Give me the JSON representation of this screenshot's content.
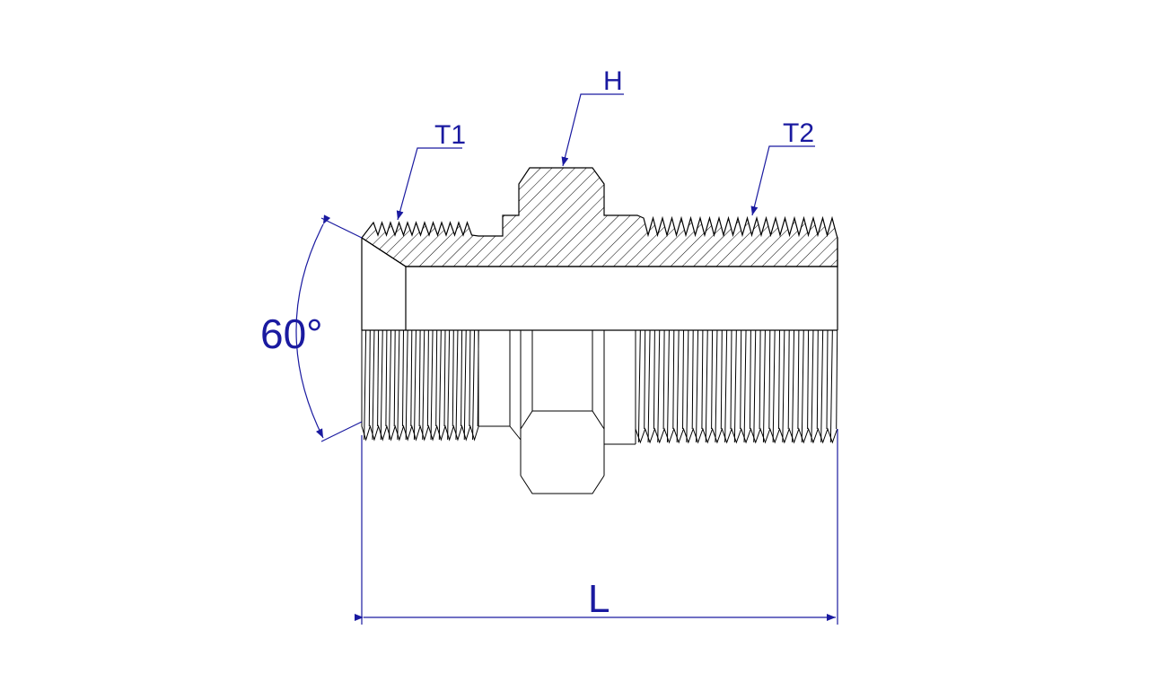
{
  "labels": {
    "t1": "T1",
    "t2": "T2",
    "h": "H",
    "length": "L",
    "angle": "60°"
  },
  "colors": {
    "drawing": "#000000",
    "dimension": "#1a1aa0"
  }
}
